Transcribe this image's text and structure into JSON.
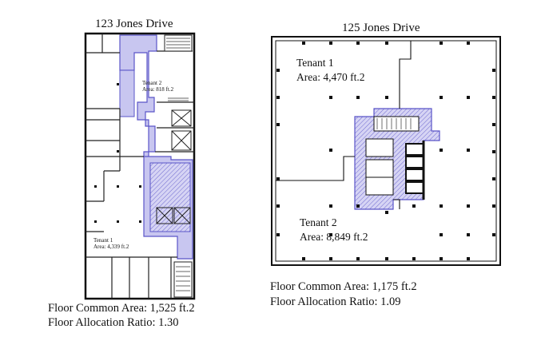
{
  "buildings": [
    {
      "name": "123 Jones Drive",
      "tenants": [
        {
          "name": "Tenant 2",
          "area": "Area: 818 ft.2"
        },
        {
          "name": "Tenant 1",
          "area": "Area: 4,339 ft.2"
        }
      ],
      "common_area": "Floor Common Area: 1,525 ft.2",
      "allocation_ratio": "Floor Allocation Ratio: 1.30"
    },
    {
      "name": "125 Jones Drive",
      "tenants": [
        {
          "name": "Tenant 1",
          "area": "Area: 4,470 ft.2"
        },
        {
          "name": "Tenant 2",
          "area": "Area: 8,849 ft.2"
        }
      ],
      "common_area": "Floor Common Area: 1,175 ft.2",
      "allocation_ratio": "Floor Allocation Ratio: 1.09"
    }
  ],
  "colors": {
    "common_area_fill": "#c8c6f0",
    "common_area_stroke": "#5a55c8",
    "wall": "#111111"
  }
}
